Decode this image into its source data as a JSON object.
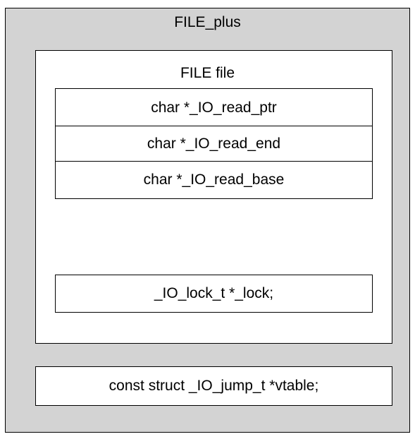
{
  "outer": {
    "title": "FILE_plus"
  },
  "inner": {
    "title": "FILE file"
  },
  "fields": {
    "read_ptr": "char *_IO_read_ptr",
    "read_end": "char *_IO_read_end",
    "read_base": "char *_IO_read_base",
    "lock": "_IO_lock_t *_lock;",
    "vtable": "const struct _IO_jump_t *vtable;"
  },
  "colors": {
    "outer_fill": "#d3d3d3",
    "inner_fill": "#ffffff",
    "border": "#000000"
  }
}
